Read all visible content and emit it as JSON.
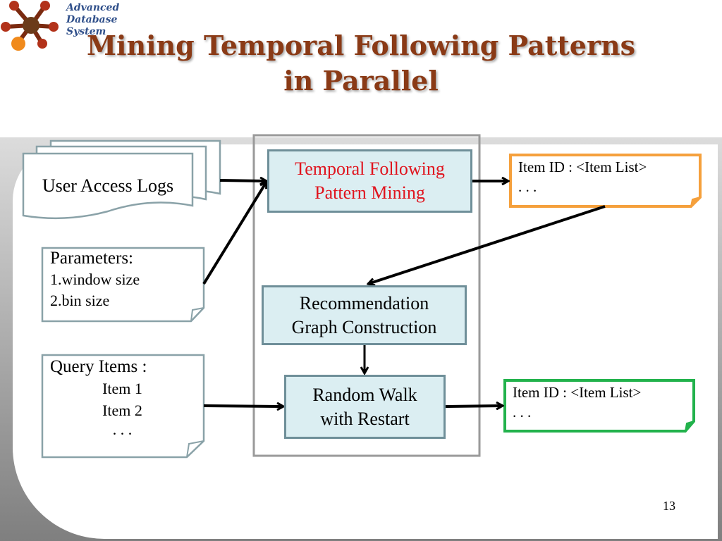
{
  "slide": {
    "logo_lines": [
      "Advanced",
      "Database",
      "System"
    ],
    "title_line1": "Mining Temporal Following Patterns",
    "title_line2": "in Parallel",
    "page_number": "13"
  },
  "inputs": {
    "logs_label": "User Access Logs",
    "params_title": "Parameters:",
    "params_items": [
      "1.window size",
      "2.bin size"
    ],
    "query_title": "Query Items :",
    "query_items": [
      "Item 1",
      "Item 2",
      ". . ."
    ]
  },
  "process": {
    "mining_line1": "Temporal Following",
    "mining_line2": "Pattern Mining",
    "graph_line1": "Recommendation",
    "graph_line2": "Graph Construction",
    "walk_line1": "Random Walk",
    "walk_line2": "with Restart"
  },
  "outputs": {
    "patterns_line1": "Item ID : <Item List>",
    "patterns_line2": ".  .  .",
    "results_line1": "Item ID : <Item List>",
    "results_line2": ".  .  ."
  },
  "colors": {
    "title": "#8a3a16",
    "mining_text": "#e0141e",
    "proc_fill": "#dbeef2",
    "proc_border": "#6f8f99",
    "patterns_border": "#f5a03c",
    "results_border": "#22b24c",
    "container_border": "#9a9a9a"
  }
}
